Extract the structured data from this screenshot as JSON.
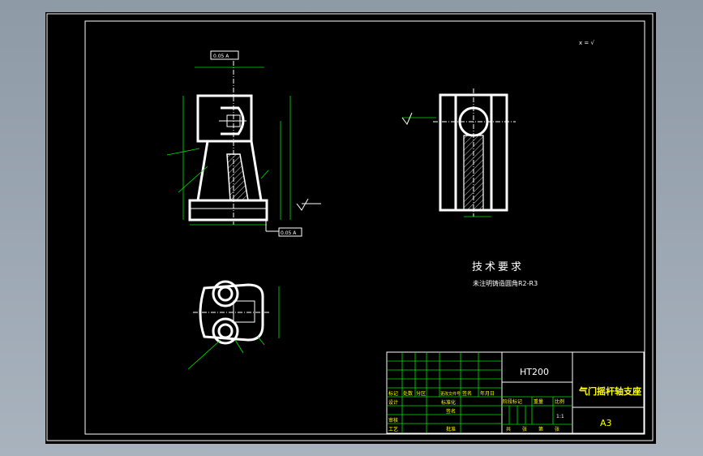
{
  "drawing": {
    "surface_finish": "x = √",
    "tech_req_title": "技术要求",
    "tech_req_note": "未注明铸造圆角R2-R3",
    "gdt_top": "0.05 A",
    "gdt_bottom": "0.05 A",
    "datum_label": "A"
  },
  "title_block": {
    "material": "HT200",
    "part_name": "气门摇杆轴支座",
    "sheet_size": "A3",
    "scale": "1:1",
    "row_headers": [
      "标记",
      "处数",
      "分区",
      "更改文件号",
      "签名",
      "年月日"
    ],
    "left_labels": [
      "设计",
      "审核",
      "工艺"
    ],
    "mid_labels": [
      "标准化",
      "批准"
    ],
    "right_headers": [
      "阶段标记",
      "重量",
      "比例"
    ],
    "footer_labels": [
      "共",
      "张",
      "第",
      "张"
    ],
    "approval_labels": [
      "签名"
    ]
  },
  "colors": {
    "background": "#000000",
    "lines": "#ffffff",
    "dimensions": "#00e600",
    "labels": "#ffff00",
    "viewport_frame": "#98a4b0"
  }
}
